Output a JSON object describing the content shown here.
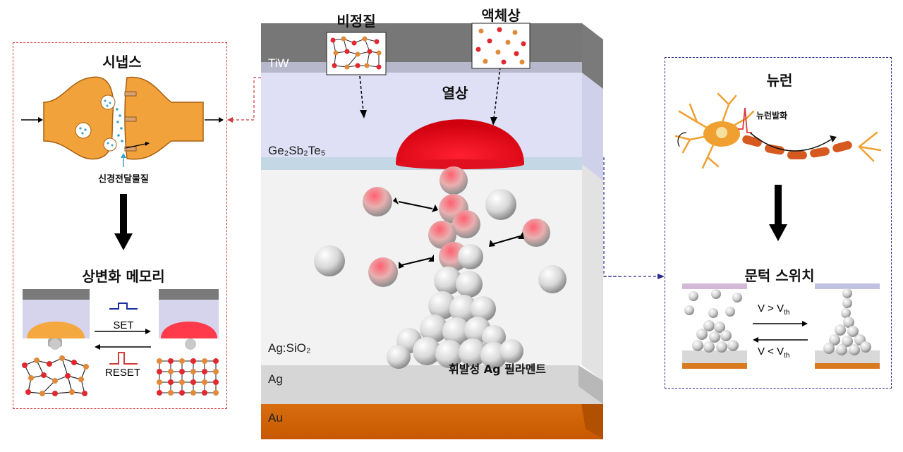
{
  "left_panel": {
    "synapse_title": "시냅스",
    "neurotransmitter_label": "신경전달물질",
    "pcm_title": "상변화 메모리",
    "set_label": "SET",
    "reset_label": "RESET"
  },
  "center": {
    "amorphous_label": "비정질",
    "liquid_label": "액체상",
    "heat_label": "열상",
    "filament_label": "휘발성 Ag 필라멘트",
    "layers": [
      "TiW",
      "Ge₂Sb₂Te₅",
      "Ag:SiO₂",
      "Ag",
      "Au"
    ]
  },
  "right_panel": {
    "neuron_title": "뉴런",
    "firing_label": "뉴런발화",
    "switch_title": "문턱 스위치",
    "v_gt": "V > V",
    "v_lt": "V < V",
    "th": "th"
  },
  "colors": {
    "left_border": "#d63a3a",
    "right_border": "#2a2a8c",
    "synapse_fill": "#f2a23a",
    "heat_red": "#e8101c",
    "au_orange": "#d9680f",
    "tiw_gray": "#767676"
  }
}
